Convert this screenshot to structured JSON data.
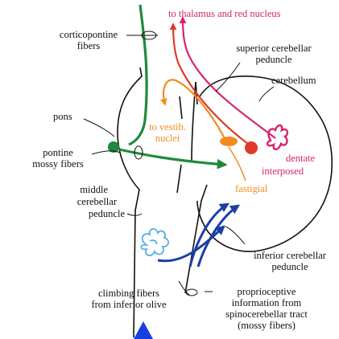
{
  "labels": {
    "thalamus": "to thalamus and red nucleus",
    "corticopontine_1": "corticopontine",
    "corticopontine_2": "fibers",
    "superior_1": "superior cerebellar",
    "superior_2": "peduncle",
    "cerebellum": "cerebellum",
    "pons": "pons",
    "vestib_1": "to vestib.",
    "vestib_2": "nuclei",
    "dentate": "dentate",
    "interposed": "interposed",
    "fastigial": "fastigial",
    "pontine_1": "pontine",
    "pontine_2": "mossy fibers",
    "middle_1": "middle",
    "middle_2": "cerebellar",
    "middle_3": "peduncle",
    "inferior_1": "inferior cerebellar",
    "inferior_2": "peduncle",
    "climbing_1": "climbing fibers",
    "climbing_2": "from inferior olive",
    "proprio_1": "proprioceptive",
    "proprio_2": "information from",
    "proprio_3": "spinocerebellar tract",
    "proprio_4": "(mossy fibers)"
  },
  "colors": {
    "outline": "#111111",
    "corticopontine_fiber": "#1f8a3c",
    "thalamus_output": "#d6246e",
    "vestibular_output": "#f08c1e",
    "fastigial_nucleus": "#f08c1e",
    "interposed_nucleus": "#e03a2a",
    "dentate_nucleus": "#d6246e",
    "climbing_fiber": "#1c3fa6",
    "inferior_olive": "#5aaee0",
    "spinocerebellar_fiber": "#1c3fa6"
  }
}
